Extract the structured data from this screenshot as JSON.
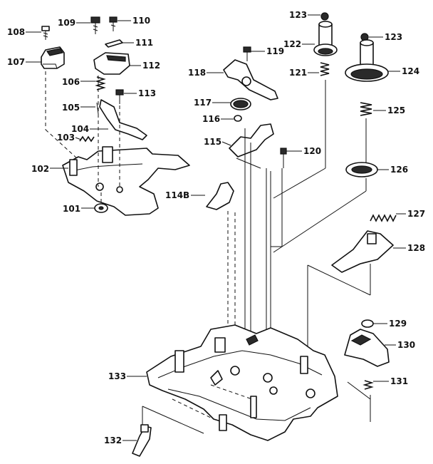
{
  "diagram": {
    "callouts": [
      {
        "id": "101",
        "text": "101"
      },
      {
        "id": "102",
        "text": "102"
      },
      {
        "id": "103",
        "text": "103"
      },
      {
        "id": "104",
        "text": "104"
      },
      {
        "id": "105",
        "text": "105"
      },
      {
        "id": "106",
        "text": "106"
      },
      {
        "id": "107",
        "text": "107"
      },
      {
        "id": "108",
        "text": "108"
      },
      {
        "id": "109",
        "text": "109"
      },
      {
        "id": "110",
        "text": "110"
      },
      {
        "id": "111",
        "text": "111"
      },
      {
        "id": "112",
        "text": "112"
      },
      {
        "id": "113",
        "text": "113"
      },
      {
        "id": "114b",
        "text": "114B"
      },
      {
        "id": "115",
        "text": "115"
      },
      {
        "id": "116",
        "text": "116"
      },
      {
        "id": "117",
        "text": "117"
      },
      {
        "id": "118",
        "text": "118"
      },
      {
        "id": "119",
        "text": "119"
      },
      {
        "id": "120",
        "text": "120"
      },
      {
        "id": "121",
        "text": "121"
      },
      {
        "id": "122",
        "text": "122"
      },
      {
        "id": "123a",
        "text": "123"
      },
      {
        "id": "123b",
        "text": "123"
      },
      {
        "id": "124",
        "text": "124"
      },
      {
        "id": "125",
        "text": "125"
      },
      {
        "id": "126",
        "text": "126"
      },
      {
        "id": "127",
        "text": "127"
      },
      {
        "id": "128",
        "text": "128"
      },
      {
        "id": "129",
        "text": "129"
      },
      {
        "id": "130",
        "text": "130"
      },
      {
        "id": "131",
        "text": "131"
      },
      {
        "id": "132",
        "text": "132"
      },
      {
        "id": "133",
        "text": "133"
      }
    ]
  }
}
